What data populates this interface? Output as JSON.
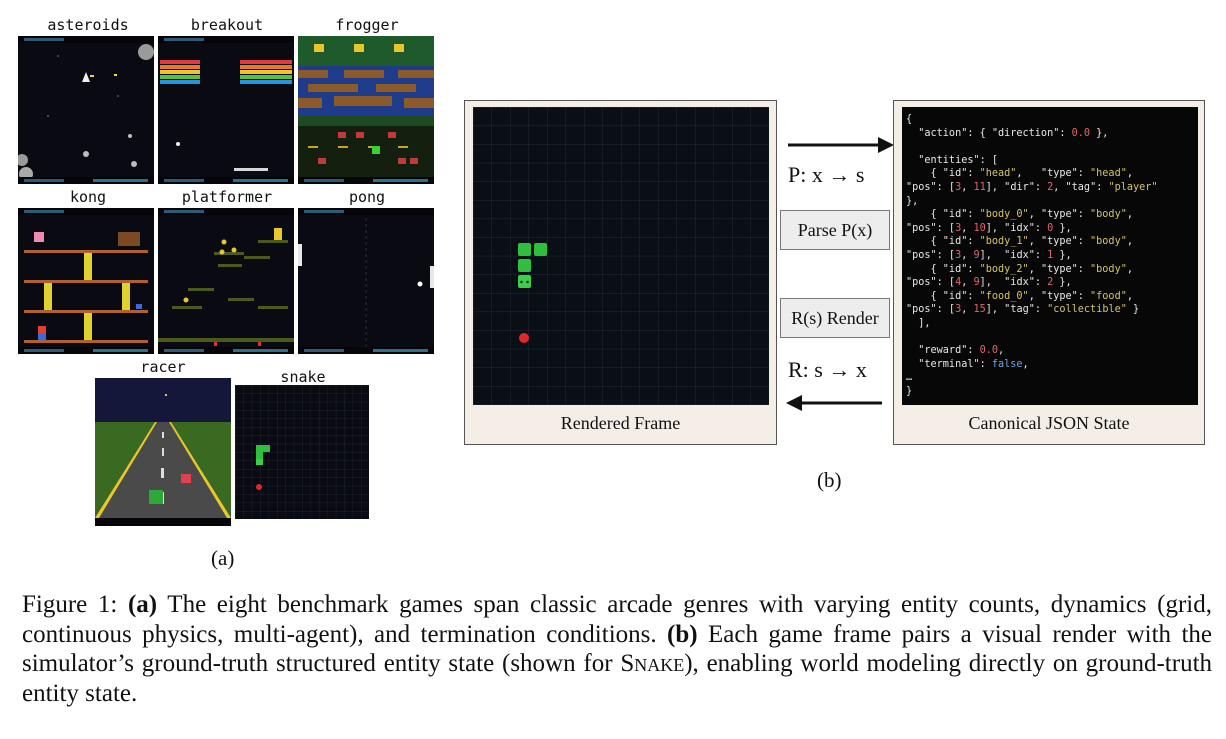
{
  "games": [
    {
      "name": "asteroids"
    },
    {
      "name": "breakout"
    },
    {
      "name": "frogger"
    },
    {
      "name": "kong"
    },
    {
      "name": "platformer"
    },
    {
      "name": "pong"
    },
    {
      "name": "racer"
    },
    {
      "name": "snake"
    }
  ],
  "subfig_a_label": "(a)",
  "subfig_b_label": "(b)",
  "panel_left_caption": "Rendered Frame",
  "panel_right_caption": "Canonical JSON State",
  "parse_arrow_label": "P: x → s",
  "render_arrow_label": "R: s → x",
  "parse_button": "Parse P(x)",
  "render_button": "R(s) Render",
  "json_lines": [
    "{",
    "  \"action\": { \"direction\": 0.0 },",
    "",
    "  \"entities\": [",
    "    { \"id\": \"head\",   \"type\": \"head\",",
    "\"pos\": [3, 11], \"dir\": 2, \"tag\": \"player\"",
    "},",
    "    { \"id\": \"body_0\", \"type\": \"body\",",
    "\"pos\": [3, 10], \"idx\": 0 },",
    "    { \"id\": \"body_1\", \"type\": \"body\",",
    "\"pos\": [3, 9],  \"idx\": 1 },",
    "    { \"id\": \"body_2\", \"type\": \"body\",",
    "\"pos\": [4, 9],  \"idx\": 2 },",
    "    { \"id\": \"food_0\", \"type\": \"food\",",
    "\"pos\": [3, 15], \"tag\": \"collectible\" }",
    "  ],",
    "",
    "  \"reward\": 0.0,",
    "  \"terminal\": false,",
    "…",
    "}"
  ],
  "caption": {
    "prefix": "Figure 1: ",
    "a_marker": "(a)",
    "a_text": " The eight benchmark games span classic arcade genres with varying entity counts, dynamics (grid, continuous physics, multi-agent), and termination conditions. ",
    "b_marker": "(b)",
    "b_text_1": " Each game frame pairs a visual render with the simulator’s ground-truth structured entity state (shown for ",
    "b_game": "Snake",
    "b_text_2": "), enabling world modeling directly on ground-truth entity state."
  },
  "colors": {
    "panel_bg": "#f4eee6",
    "snake_green": "#2fbf3f",
    "food_red": "#e0282c",
    "grid_line": "#1f2a36",
    "json_string": "#d6c36a",
    "json_number": "#e0676a",
    "json_bool": "#6fa5e0"
  }
}
